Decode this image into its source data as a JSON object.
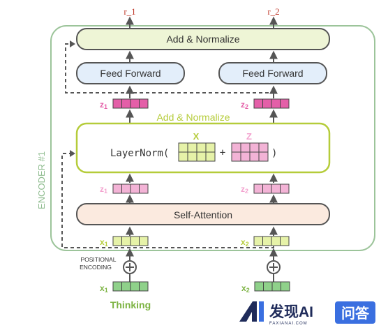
{
  "outputs": {
    "r1": "r_1",
    "r2": "r_2"
  },
  "encoder_label": "ENCODER #1",
  "add_normalize_top": "Add & Normalize",
  "feed_forward_1": "Feed Forward",
  "feed_forward_2": "Feed Forward",
  "z1_top": "z",
  "z1_top_sub": "1",
  "z2_top": "z",
  "z2_top_sub": "2",
  "add_normalize_mid": "Add & Normalize",
  "layernorm": {
    "prefix": "LayerNorm(",
    "x_label": "X",
    "plus": "+",
    "z_label": "Z",
    "suffix": ")"
  },
  "z1_mid": "z",
  "z1_mid_sub": "1",
  "z2_mid": "z",
  "z2_mid_sub": "2",
  "self_attention": "Self-Attention",
  "x1_in": "x",
  "x1_in_sub": "1",
  "x2_in": "x",
  "x2_in_sub": "2",
  "positional_encoding": {
    "line1": "POSITIONAL",
    "line2": "ENCODING"
  },
  "x1_bottom": "x",
  "x1_bottom_sub": "1",
  "x2_bottom": "x",
  "x2_bottom_sub": "2",
  "word1": "Thinking",
  "watermark": {
    "brand": "发现AI",
    "domain": "FAXIANAI.COM",
    "badge": "问答"
  },
  "colors": {
    "encoder_border": "#8fbc8f",
    "green_text": "#7cb342",
    "lime_border": "#b5cc3a",
    "add_norm_fill": "#eef5d6",
    "ff_fill": "#e3eefa",
    "sa_fill": "#fbeadf",
    "pink": "#e45fa8",
    "pink_light": "#f3b3d6",
    "x_fill": "#e6f2a8",
    "green_vec": "#8fd18a",
    "arrow": "#555555"
  }
}
